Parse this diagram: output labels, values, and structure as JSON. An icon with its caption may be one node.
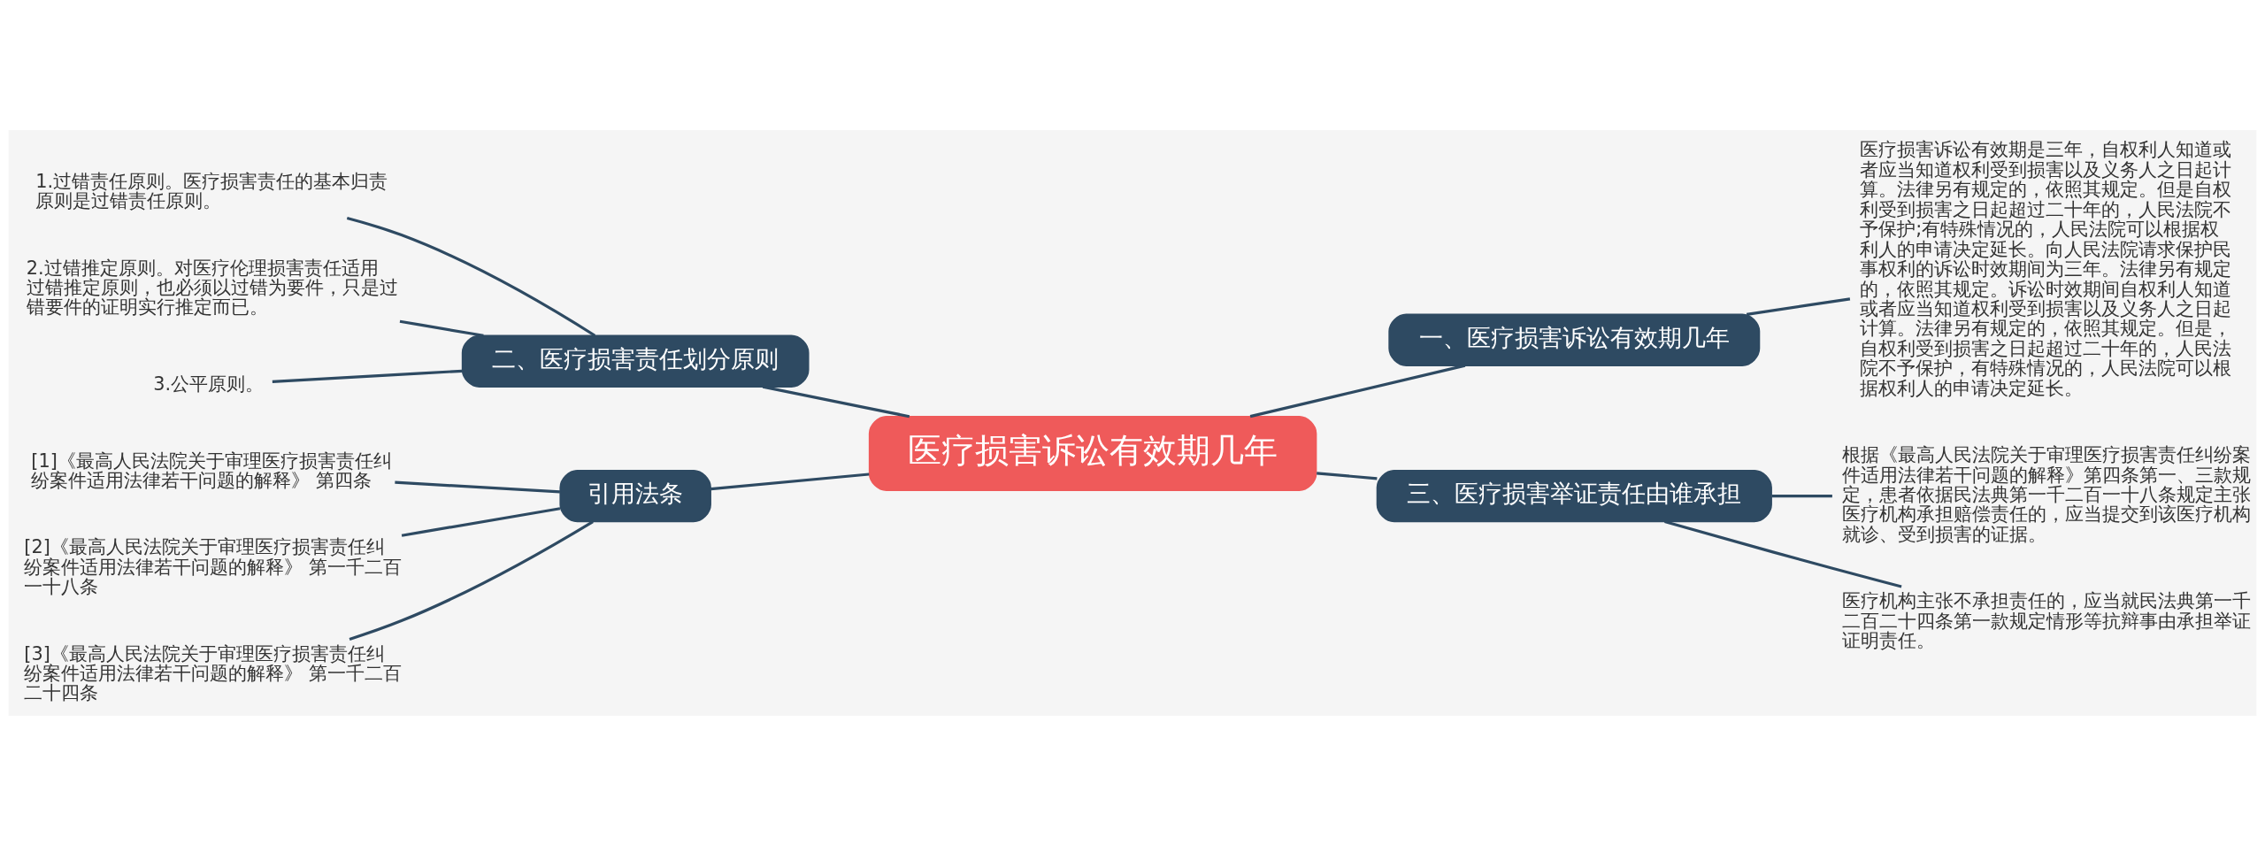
{
  "diagram": {
    "nodes": [
      {
        "text": [
          "医疗损害诉讼有效期几年"
        ]
      },
      {
        "text": [
          "一、医疗损害诉讼有效期几年"
        ]
      },
      {
        "text": [
          "医疗损害诉讼有效期是三年，自权利人知道或者应当知道权利受到损害以及义务人之日起计算。法律另有规定的，依照其规定。但是自权利受到损害之日起超过二十年的，人民法院不予保护;有特殊情况的，人民法院可以根据权利人的申请决定延长。向人民法院请求保护民事权利的诉讼时效期间为三年。法律另有规定的，依照其规定。诉讼时效期间自权利人知道或者应当知道权利受到损害以及义务人之日起计算。法律另有规定的，依照其规定。但是，自权利受到损害之日起超过二十年的，人民法院不予保护，有特殊情况的，人民法院可以根据权利人的申请决定延长。"
        ]
      },
      {
        "text": [
          "二、医疗损害责任划分原则"
        ]
      },
      {
        "text": [
          "1.过错责任原则。医疗损害责任的基本归责原则是过错责任原则。"
        ]
      },
      {
        "text": [
          "2.过错推定原则。对医疗伦理损害责任适用过错推定原则，也必须以过错为要件，只是过错要件的证明实行推定而已。"
        ]
      },
      {
        "text": [
          "3.公平原则。"
        ]
      },
      {
        "text": [
          "三、医疗损害举证责任由谁承担"
        ]
      },
      {
        "text": [
          "根据《最高人民法院关于审理医疗损害责任纠纷案件适用法律若干问题的解释》第四条第一、三款规定，患者依据民法典第一千二百一十八条规定主张医疗机构承担赔偿责任的，应当提交到该医疗机构就诊、受到损害的证据。"
        ]
      },
      {
        "text": [
          "医疗机构主张不承担责任的，应当就民法典第一千二百二十四条第一款规定情形等抗辩事由承担举证证明责任。"
        ]
      },
      {
        "text": [
          "引用法条"
        ]
      },
      {
        "text": [
          "[1]《最高人民法院关于审理医疗损害责任纠纷案件适用法律若干问题的解释》 第四条"
        ]
      },
      {
        "text": [
          "[2]《最高人民法院关于审理医疗损害责任纠纷案件适用法律若干问题的解释》 第一千二百一十八条"
        ]
      },
      {
        "text": [
          "[3]《最高人民法院关于审理医疗损害责任纠纷案件适用法律若干问题的解释》 第一千二百二十四条"
        ]
      }
    ],
    "edges": [
      {
        "from": 0,
        "to": 1,
        "arrow": "none"
      },
      {
        "from": 1,
        "to": 2,
        "arrow": "none"
      },
      {
        "from": 0,
        "to": 3,
        "arrow": "none"
      },
      {
        "from": 3,
        "to": 4,
        "arrow": "none"
      },
      {
        "from": 3,
        "to": 5,
        "arrow": "none"
      },
      {
        "from": 3,
        "to": 6,
        "arrow": "none"
      },
      {
        "from": 0,
        "to": 7,
        "arrow": "none"
      },
      {
        "from": 7,
        "to": 8,
        "arrow": "none"
      },
      {
        "from": 7,
        "to": 9,
        "arrow": "none"
      },
      {
        "from": 0,
        "to": 10,
        "arrow": "none"
      },
      {
        "from": 10,
        "to": 11,
        "arrow": "none"
      },
      {
        "from": 10,
        "to": 12,
        "arrow": "none"
      },
      {
        "from": 10,
        "to": 13,
        "arrow": "none"
      }
    ]
  }
}
